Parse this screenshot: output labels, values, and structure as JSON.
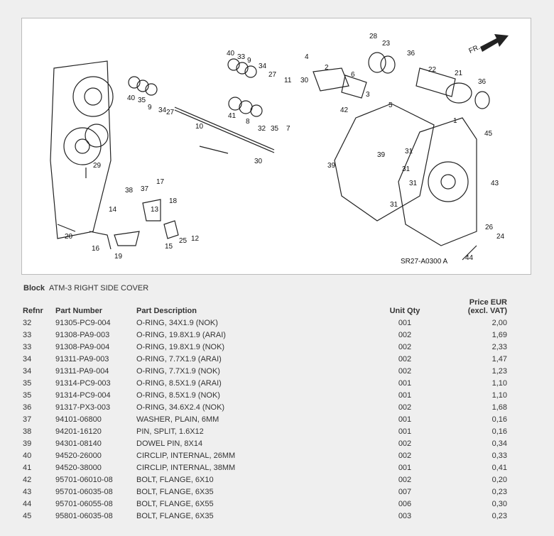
{
  "diagram": {
    "code": "SR27-A0300 A",
    "direction_label": "FR.",
    "callouts": [
      "40",
      "33",
      "9",
      "34",
      "27",
      "11",
      "30",
      "4",
      "2",
      "6",
      "28",
      "23",
      "36",
      "22",
      "21",
      "36",
      "40",
      "35",
      "9",
      "34",
      "27",
      "10",
      "41",
      "8",
      "32",
      "35",
      "3",
      "42",
      "5",
      "1",
      "45",
      "39",
      "31",
      "31",
      "39",
      "31",
      "31",
      "43",
      "29",
      "38",
      "37",
      "17",
      "18",
      "14",
      "13",
      "20",
      "16",
      "19",
      "15",
      "25",
      "12",
      "26",
      "24",
      "44",
      "30",
      "7"
    ]
  },
  "block": {
    "label": "Block",
    "name": "ATM-3 RIGHT SIDE COVER"
  },
  "table": {
    "headers": {
      "refnr": "Refnr",
      "part_number": "Part Number",
      "description": "Part Description",
      "unit_qty": "Unit Qty",
      "price_line1": "Price EUR",
      "price_line2": "(excl. VAT)"
    },
    "rows": [
      {
        "refnr": "32",
        "part": "91305-PC9-004",
        "desc": "O-RING, 34X1.9 (NOK)",
        "qty": "001",
        "price": "2,00"
      },
      {
        "refnr": "33",
        "part": "91308-PA9-003",
        "desc": "O-RING, 19.8X1.9 (ARAI)",
        "qty": "002",
        "price": "1,69"
      },
      {
        "refnr": "33",
        "part": "91308-PA9-004",
        "desc": "O-RING, 19.8X1.9 (NOK)",
        "qty": "002",
        "price": "2,33"
      },
      {
        "refnr": "34",
        "part": "91311-PA9-003",
        "desc": "O-RING, 7.7X1.9 (ARAI)",
        "qty": "002",
        "price": "1,47"
      },
      {
        "refnr": "34",
        "part": "91311-PA9-004",
        "desc": "O-RING, 7.7X1.9 (NOK)",
        "qty": "002",
        "price": "1,23"
      },
      {
        "refnr": "35",
        "part": "91314-PC9-003",
        "desc": "O-RING, 8.5X1.9 (ARAI)",
        "qty": "001",
        "price": "1,10"
      },
      {
        "refnr": "35",
        "part": "91314-PC9-004",
        "desc": "O-RING, 8.5X1.9 (NOK)",
        "qty": "001",
        "price": "1,10"
      },
      {
        "refnr": "36",
        "part": "91317-PX3-003",
        "desc": "O-RING, 34.6X2.4 (NOK)",
        "qty": "002",
        "price": "1,68"
      },
      {
        "refnr": "37",
        "part": "94101-06800",
        "desc": "WASHER, PLAIN, 6MM",
        "qty": "001",
        "price": "0,16"
      },
      {
        "refnr": "38",
        "part": "94201-16120",
        "desc": "PIN, SPLIT, 1.6X12",
        "qty": "001",
        "price": "0,16"
      },
      {
        "refnr": "39",
        "part": "94301-08140",
        "desc": "DOWEL PIN, 8X14",
        "qty": "002",
        "price": "0,34"
      },
      {
        "refnr": "40",
        "part": "94520-26000",
        "desc": "CIRCLIP, INTERNAL, 26MM",
        "qty": "002",
        "price": "0,33"
      },
      {
        "refnr": "41",
        "part": "94520-38000",
        "desc": "CIRCLIP, INTERNAL, 38MM",
        "qty": "001",
        "price": "0,41"
      },
      {
        "refnr": "42",
        "part": "95701-06010-08",
        "desc": "BOLT, FLANGE, 6X10",
        "qty": "002",
        "price": "0,20"
      },
      {
        "refnr": "43",
        "part": "95701-06035-08",
        "desc": "BOLT, FLANGE, 6X35",
        "qty": "007",
        "price": "0,23"
      },
      {
        "refnr": "44",
        "part": "95701-06055-08",
        "desc": "BOLT, FLANGE, 6X55",
        "qty": "006",
        "price": "0,30"
      },
      {
        "refnr": "45",
        "part": "95801-06035-08",
        "desc": "BOLT, FLANGE, 6X35",
        "qty": "003",
        "price": "0,23"
      }
    ]
  }
}
